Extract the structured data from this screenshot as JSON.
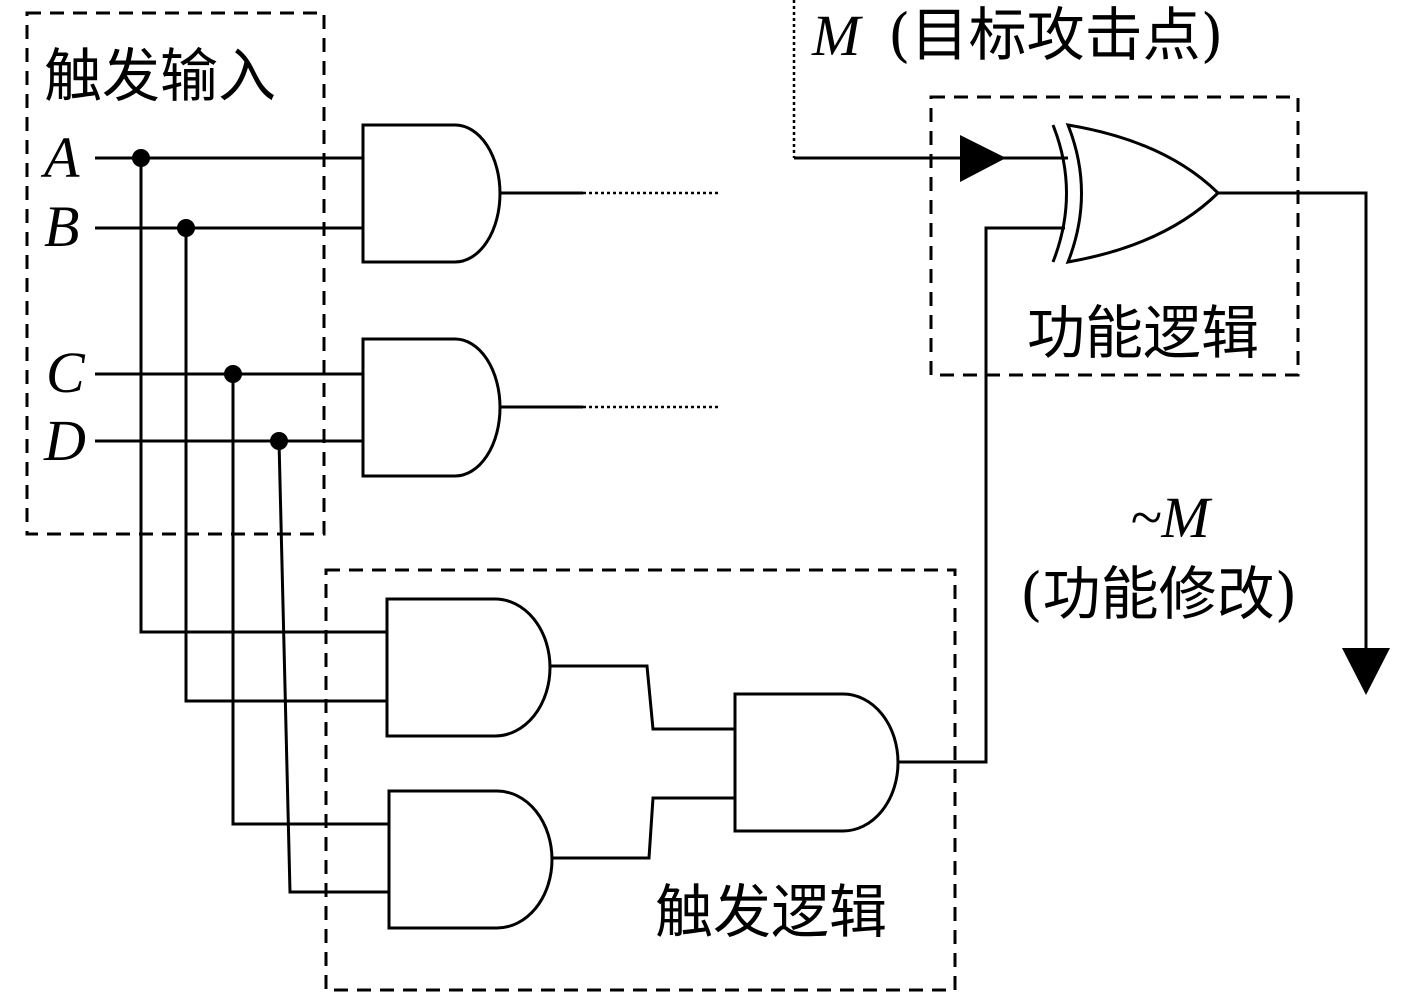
{
  "diagram": {
    "title": "Hardware Trojan trigger and payload circuit",
    "regions": {
      "trigger_input": {
        "label": "触发输入"
      },
      "trigger_logic": {
        "label": "触发逻辑"
      },
      "function_logic": {
        "label": "功能逻辑"
      }
    },
    "inputs": [
      {
        "id": "A",
        "label": "A"
      },
      {
        "id": "B",
        "label": "B"
      },
      {
        "id": "C",
        "label": "C"
      },
      {
        "id": "D",
        "label": "D"
      }
    ],
    "gates": [
      {
        "id": "and1",
        "type": "AND",
        "inputs": [
          "A",
          "B"
        ],
        "region": "original"
      },
      {
        "id": "and2",
        "type": "AND",
        "inputs": [
          "C",
          "D"
        ],
        "region": "original"
      },
      {
        "id": "and3",
        "type": "AND",
        "inputs": [
          "A",
          "B"
        ],
        "region": "trigger_logic"
      },
      {
        "id": "and4",
        "type": "AND",
        "inputs": [
          "C",
          "D"
        ],
        "region": "trigger_logic"
      },
      {
        "id": "and5",
        "type": "AND",
        "inputs": [
          "and3",
          "and4"
        ],
        "region": "trigger_logic"
      },
      {
        "id": "xor1",
        "type": "XOR",
        "inputs": [
          "M",
          "and5"
        ],
        "region": "function_logic"
      }
    ],
    "signals": {
      "target": {
        "symbol": "M",
        "label": "(目标攻击点)"
      },
      "modified": {
        "symbol": "~M",
        "label": "(功能修改)"
      }
    }
  }
}
